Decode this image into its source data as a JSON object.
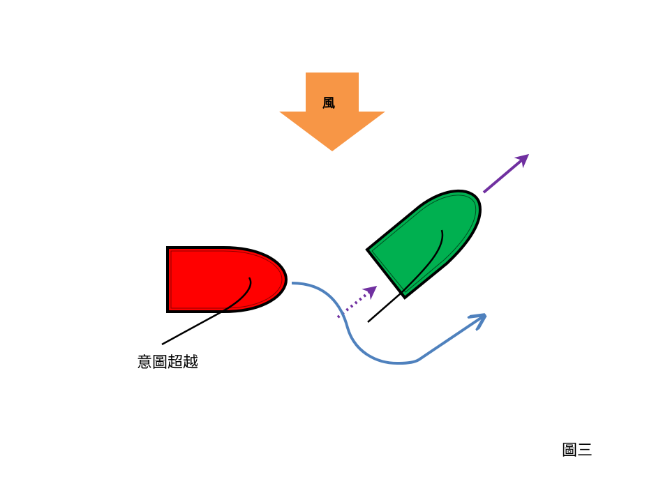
{
  "diagram": {
    "wind": {
      "label": "風",
      "color": "#F79646",
      "direction": "down"
    },
    "boats": [
      {
        "id": "red-boat",
        "color": "#FF0000",
        "outline": "#000000",
        "heading": "east",
        "annotation": "意圖超越"
      },
      {
        "id": "green-boat",
        "color": "#00B050",
        "outline": "#000000",
        "heading": "north-east"
      }
    ],
    "arrows": [
      {
        "id": "green-boat-course",
        "color": "#7030A0",
        "style": "solid"
      },
      {
        "id": "red-boat-intended-course",
        "color": "#7030A0",
        "style": "dotted"
      },
      {
        "id": "red-boat-path",
        "color": "#4F81BD",
        "style": "solid-curve"
      }
    ],
    "annotation_label": "意圖超越",
    "figure_label": "圖三"
  }
}
